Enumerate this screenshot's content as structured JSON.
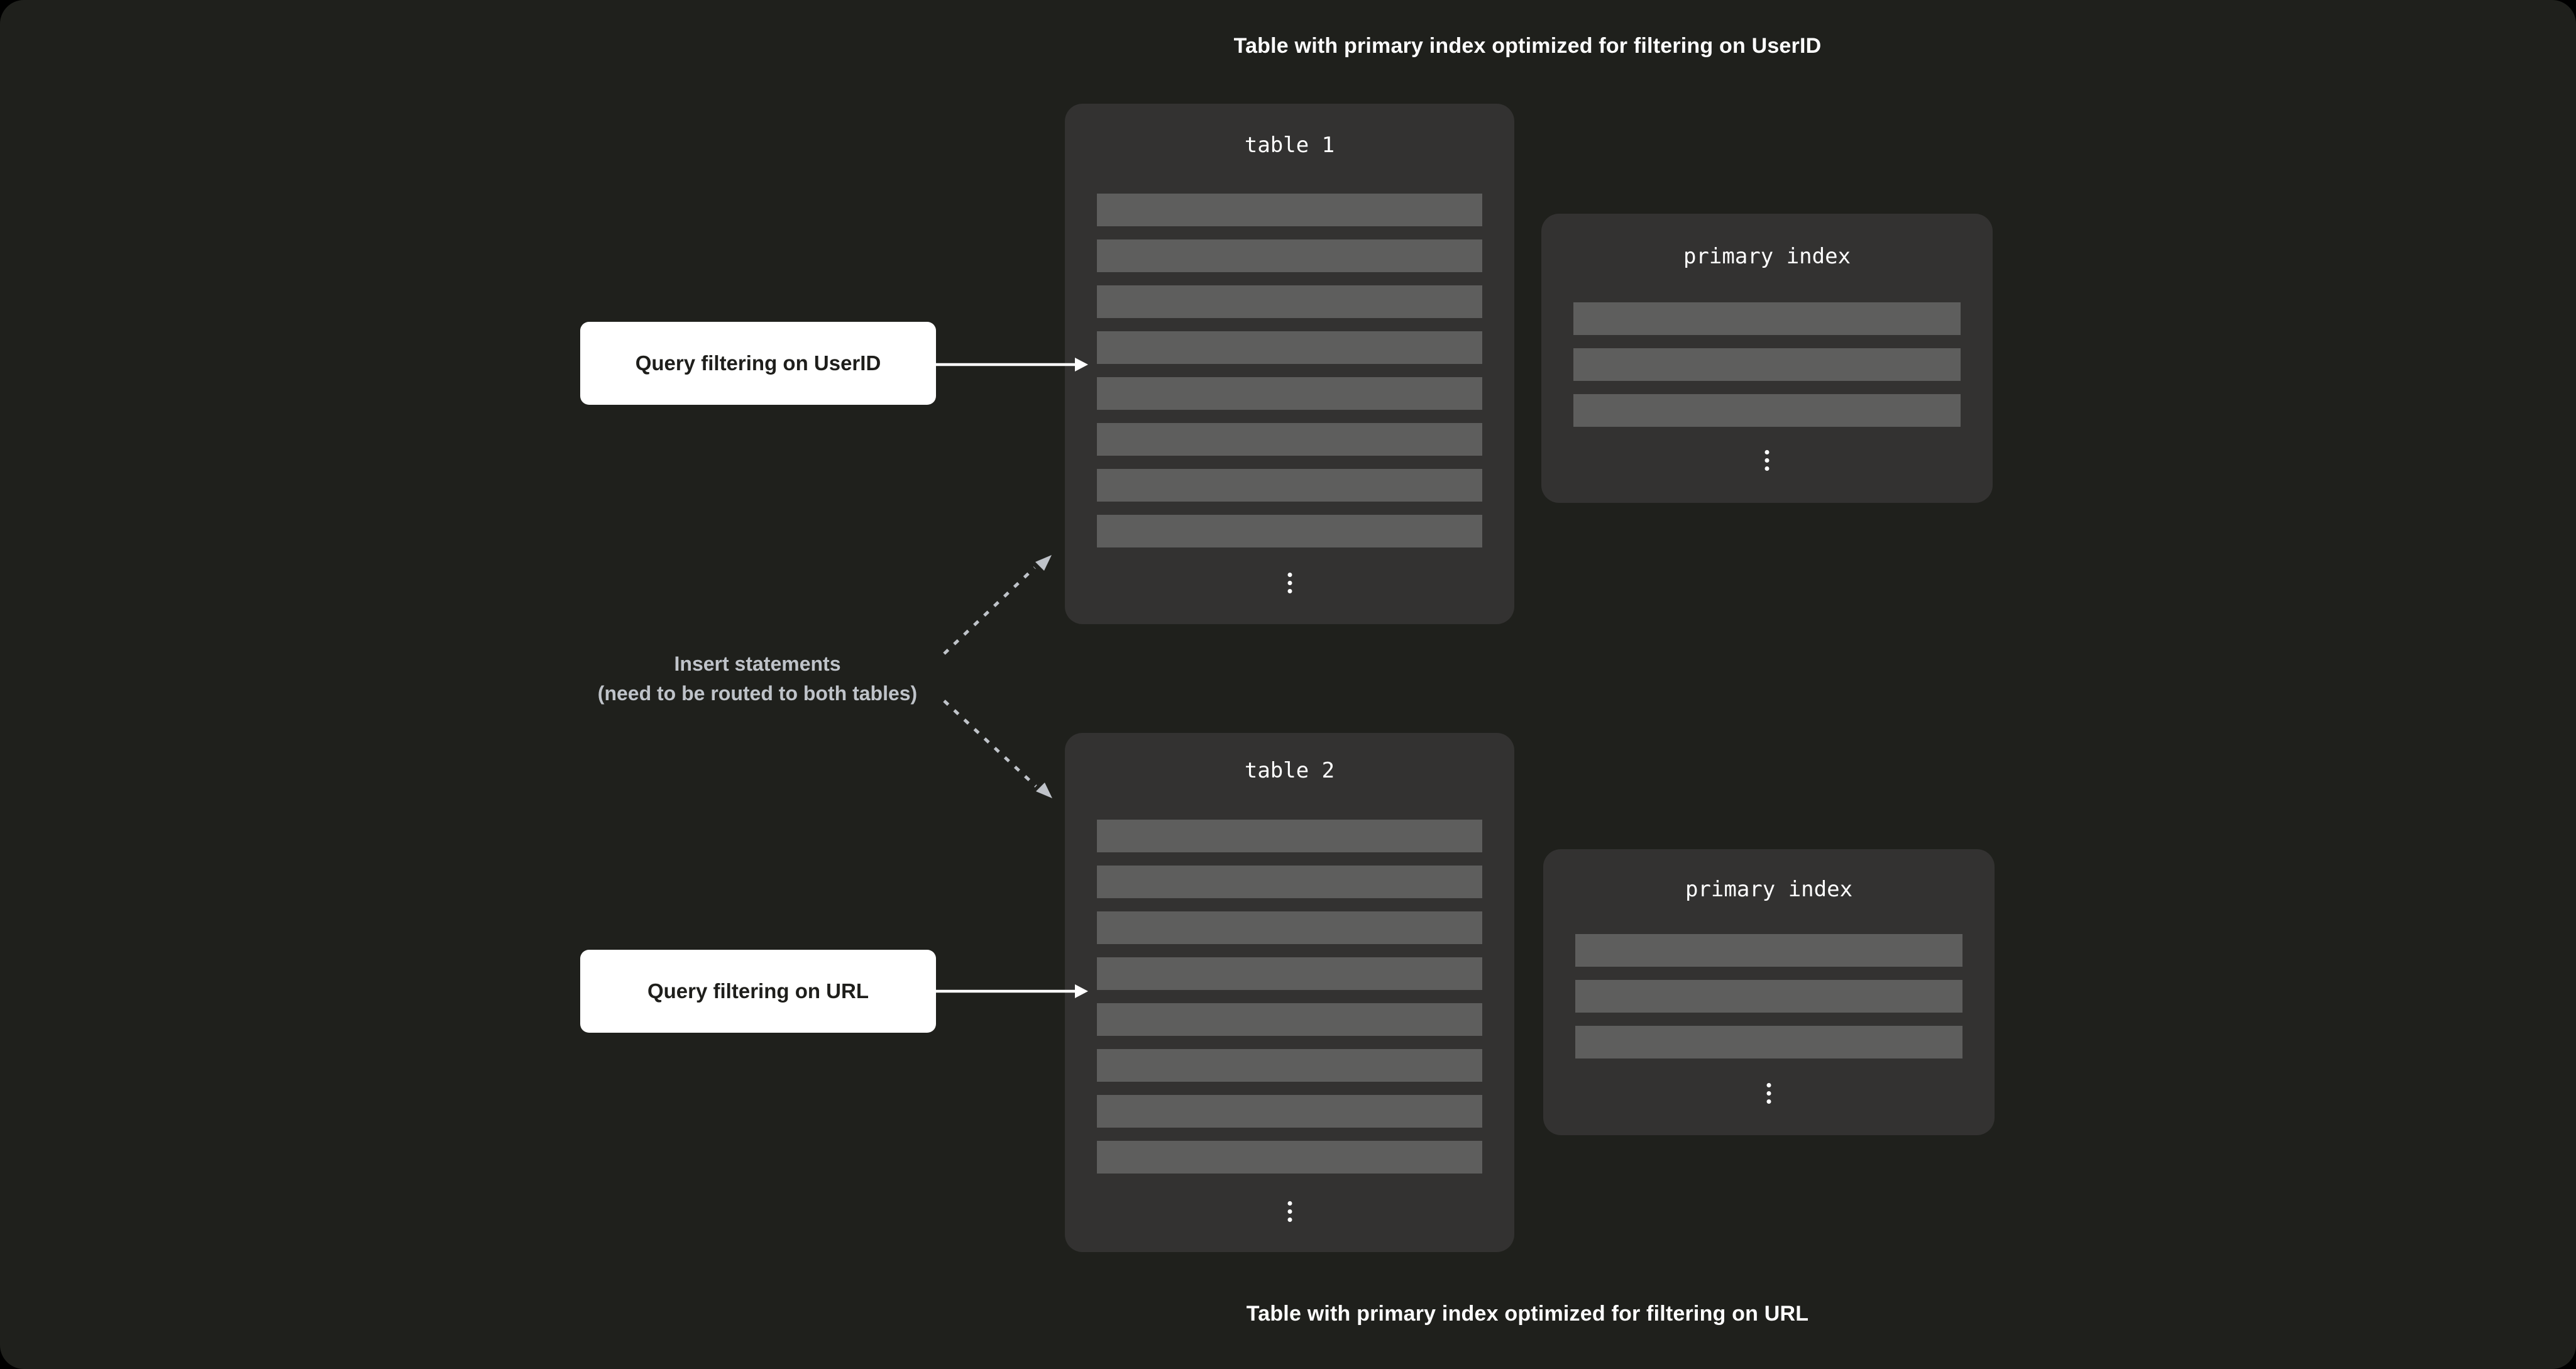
{
  "captions": {
    "top": "Table with primary index optimized for filtering on UserID",
    "bottom": "Table with primary index optimized for filtering on URL"
  },
  "cards": {
    "table1": {
      "title": "table 1",
      "row_count": 8
    },
    "index1": {
      "title": "primary index",
      "row_count": 3
    },
    "table2": {
      "title": "table 2",
      "row_count": 8
    },
    "index2": {
      "title": "primary index",
      "row_count": 3
    }
  },
  "labels": {
    "query_userid": "Query filtering on UserID",
    "query_url": "Query filtering on URL",
    "insert_line1": "Insert statements",
    "insert_line2": "(need to be routed to both tables)"
  },
  "icons": {
    "vertical_ellipsis": "⋮"
  },
  "colors": {
    "outer_bg": "#000000",
    "page_bg": "#1f201c",
    "card_bg": "#333231",
    "row_bg": "#5e5e5d",
    "label_bg": "#ffffff",
    "label_text": "#1e1e1b",
    "muted_text": "#bfc3c9",
    "text_white": "#ffffff"
  }
}
